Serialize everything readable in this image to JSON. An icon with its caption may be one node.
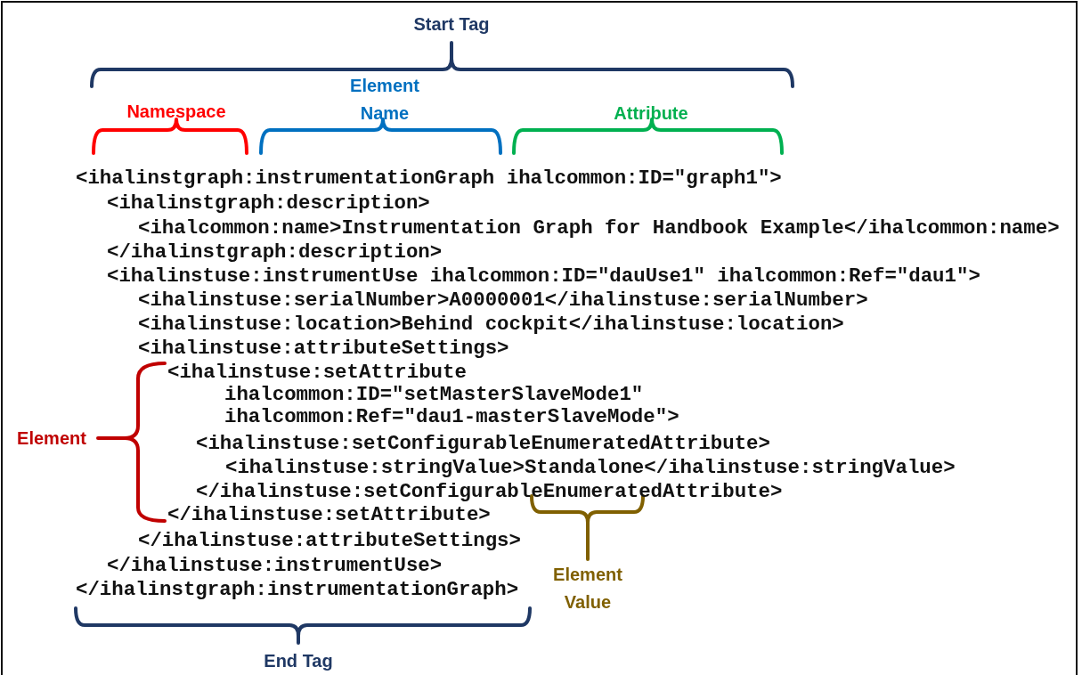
{
  "diagram": {
    "labels": [
      "Start Tag",
      "Element Name",
      "Namespace",
      "Attribute",
      "<ihalinstgraph:instrumentationGraph ihalcommon:ID=\"graph1\">",
      "<ihalinstgraph:description>",
      "<ihalcommon:name>Instrumentation Graph for Handbook Example</ihalcommon:name>",
      "</ihalinstgraph:description>",
      "<ihalinstuse:instrumentUse ihalcommon:ID=\"dauUse1\" ihalcommon:Ref=\"dau1\">",
      "<ihalinstuse:serialNumber>A0000001</ihalinstuse:serialNumber>",
      "<ihalinstuse:location>Behind cockpit</ihalinstuse:location>",
      "<ihalinstuse:attributeSettings>",
      "<ihalinstuse:setAttribute",
      "ihalcommon:ID=\"setMasterSlaveMode1\"",
      "ihalcommon:Ref=\"dau1-masterSlaveMode\">",
      "<ihalinstuse:setConfigurableEnumeratedAttribute>",
      "<ihalinstuse:stringValue>Standalone</ihalinstuse:stringValue>",
      "</ihalinstuse:setConfigurableEnumeratedAttribute>",
      "</ihalinstuse:setAttribute>",
      "</ihalinstuse:attributeSettings>",
      "</ihalinstuse:instrumentUse>",
      "</ihalinstgraph:instrumentationGraph>",
      "Element",
      "Element Value",
      "End Tag"
    ]
  }
}
